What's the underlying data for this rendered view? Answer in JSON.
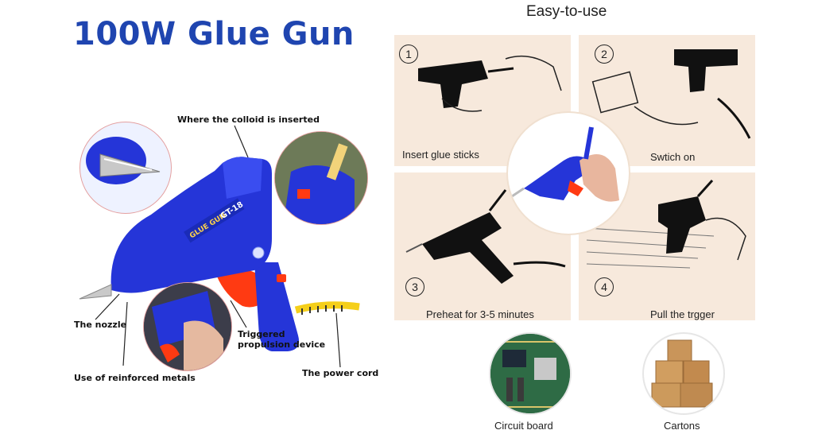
{
  "header": {
    "title": "100W Glue Gun",
    "easy_title": "Easy-to-use"
  },
  "callouts": {
    "colloid": "Where the colloid is inserted",
    "nozzle": "The nozzle",
    "metals": "Use of reinforced metals",
    "triggered_line1": "Triggered",
    "triggered_line2": "propulsion device",
    "power_cord": "The power cord"
  },
  "gun": {
    "brand": "GLUE GUN",
    "model": "GT-18"
  },
  "steps": [
    {
      "number": "1",
      "caption": "Insert glue sticks"
    },
    {
      "number": "2",
      "caption": "Swtich on"
    },
    {
      "number": "3",
      "caption": "Preheat for 3-5 minutes"
    },
    {
      "number": "4",
      "caption": "Pull the trgger"
    }
  ],
  "applications": [
    {
      "caption": "Circuit board"
    },
    {
      "caption": "Cartons"
    }
  ],
  "colors": {
    "title_blue": "#1f45b0",
    "gun_blue": "#2535d8",
    "trigger_red": "#ff3a12",
    "cord_yellow": "#f5cf1a",
    "panel_bg": "#f7e9dc"
  }
}
